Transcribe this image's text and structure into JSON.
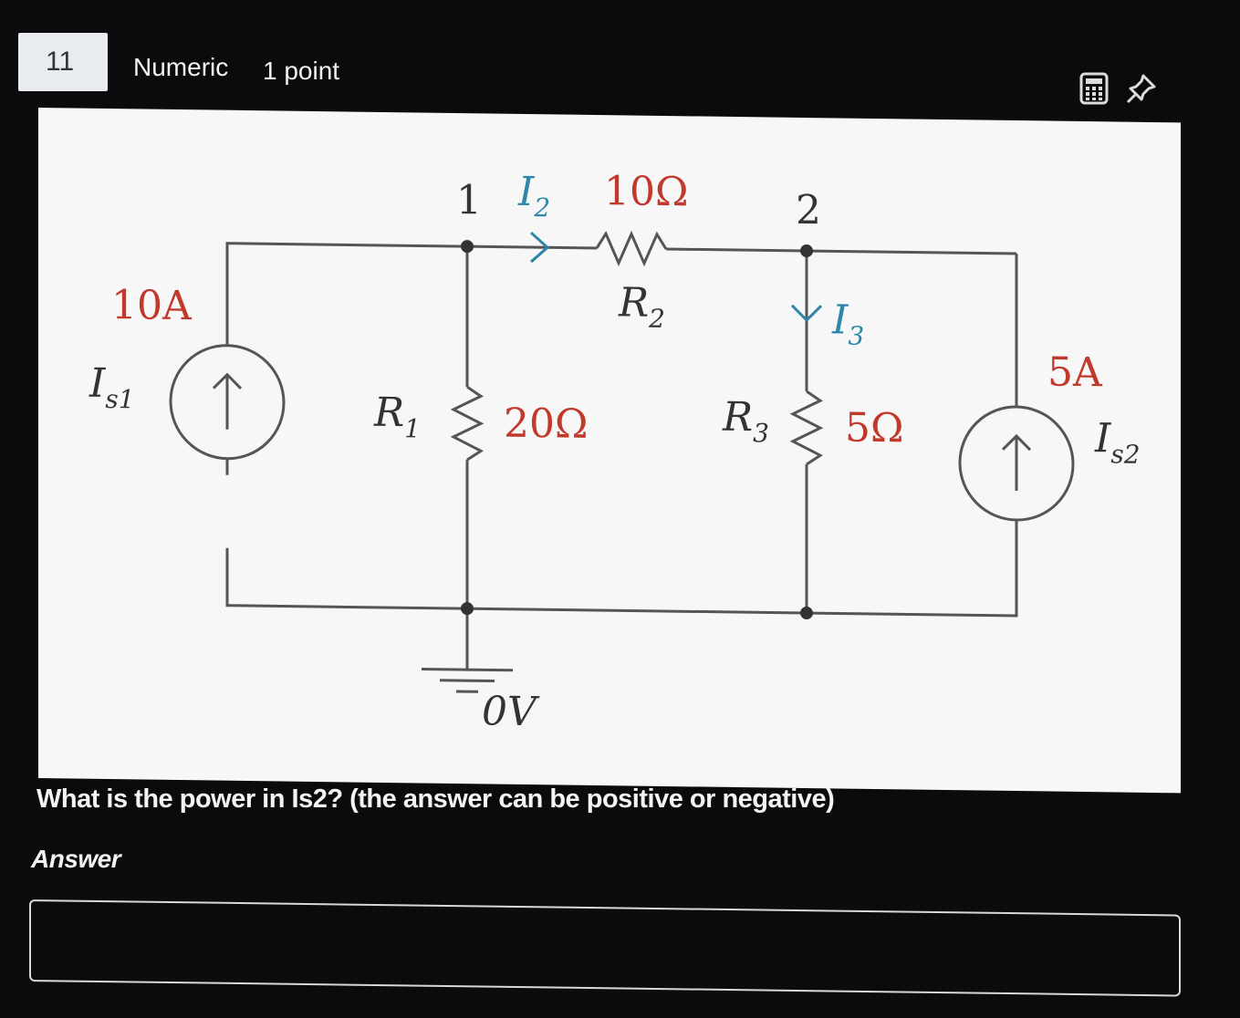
{
  "question": {
    "number": "11",
    "type": "Numeric",
    "points": "1 point",
    "text": "What is the power in Is2? (the answer can be positive or negative)",
    "answer_label": "Answer",
    "answer_value": ""
  },
  "toolbar": {
    "icons": [
      "calculator-icon",
      "pin-icon"
    ]
  },
  "circuit": {
    "node1_label": "1",
    "node2_label": "2",
    "current_i2": "I",
    "current_i2_sub": "2",
    "current_i3": "I",
    "current_i3_sub": "3",
    "r1_label": "R",
    "r1_sub": "1",
    "r1_value": "20Ω",
    "r2_label": "R",
    "r2_sub": "2",
    "r2_value": "10Ω",
    "r3_label": "R",
    "r3_sub": "3",
    "r3_value": "5Ω",
    "is1_label": "I",
    "is1_sub": "s1",
    "is1_value": "10A",
    "is2_label": "I",
    "is2_sub": "s2",
    "is2_value": "5A",
    "ground_label": "0V",
    "colors": {
      "wire": "#555555",
      "value": "#c0392b",
      "current": "#2e86a8",
      "label": "#333333"
    }
  }
}
